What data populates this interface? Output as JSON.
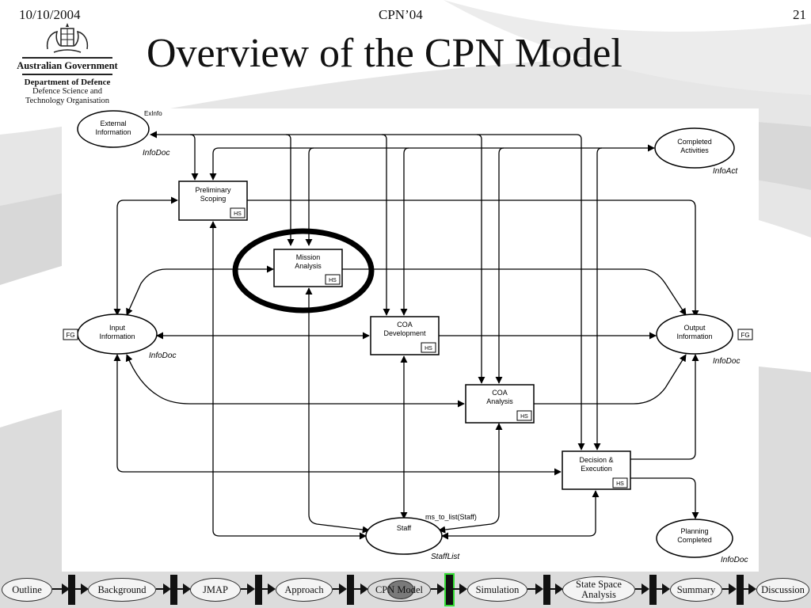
{
  "header": {
    "date": "10/10/2004",
    "conference": "CPN’04",
    "page_number": "21"
  },
  "title": "Overview of the CPN Model",
  "logo": {
    "crest_text": "",
    "org": "Australian Government",
    "department": "Department of Defence",
    "division_line1": "Defence Science and",
    "division_line2": "Technology Organisation"
  },
  "diagram": {
    "places": {
      "external_information": {
        "line1": "External",
        "line2": "Information",
        "type": "InfoDoc",
        "tag": "ExInfo"
      },
      "completed_activities": {
        "line1": "Completed",
        "line2": "Activities",
        "type": "InfoAct"
      },
      "input_information": {
        "line1": "Input",
        "line2": "Information",
        "type": "InfoDoc",
        "fusion": "FG"
      },
      "output_information": {
        "line1": "Output",
        "line2": "Information",
        "type": "InfoDoc",
        "fusion": "FG"
      },
      "staff": {
        "line1": "Staff",
        "type": "StaffList"
      },
      "planning_completed": {
        "line1": "Planning",
        "line2": "Completed",
        "type": "InfoDoc"
      }
    },
    "transitions": {
      "preliminary_scoping": {
        "line1": "Preliminary",
        "line2": "Scoping",
        "tag": "HS"
      },
      "mission_analysis": {
        "line1": "Mission",
        "line2": "Analysis",
        "tag": "HS"
      },
      "coa_development": {
        "line1": "COA",
        "line2": "Development",
        "tag": "HS"
      },
      "coa_analysis": {
        "line1": "COA",
        "line2": "Analysis",
        "tag": "HS"
      },
      "decision_execution": {
        "line1": "Decision &",
        "line2": "Execution",
        "tag": "HS"
      }
    },
    "arc_inscription": "ms_to_list(Staff)",
    "highlight": "Mission Analysis"
  },
  "nav": {
    "items": [
      {
        "label": "Outline"
      },
      {
        "label": "Background"
      },
      {
        "label": "JMAP"
      },
      {
        "label": "Approach"
      },
      {
        "label": "CPN Model",
        "current": true
      },
      {
        "label": "Simulation"
      },
      {
        "label": "State Space Analysis"
      },
      {
        "label": "Summary"
      },
      {
        "label": "Discussion"
      }
    ]
  },
  "colors": {
    "current_marker": "#33dd33",
    "background_wave": "#cfcfcf"
  }
}
